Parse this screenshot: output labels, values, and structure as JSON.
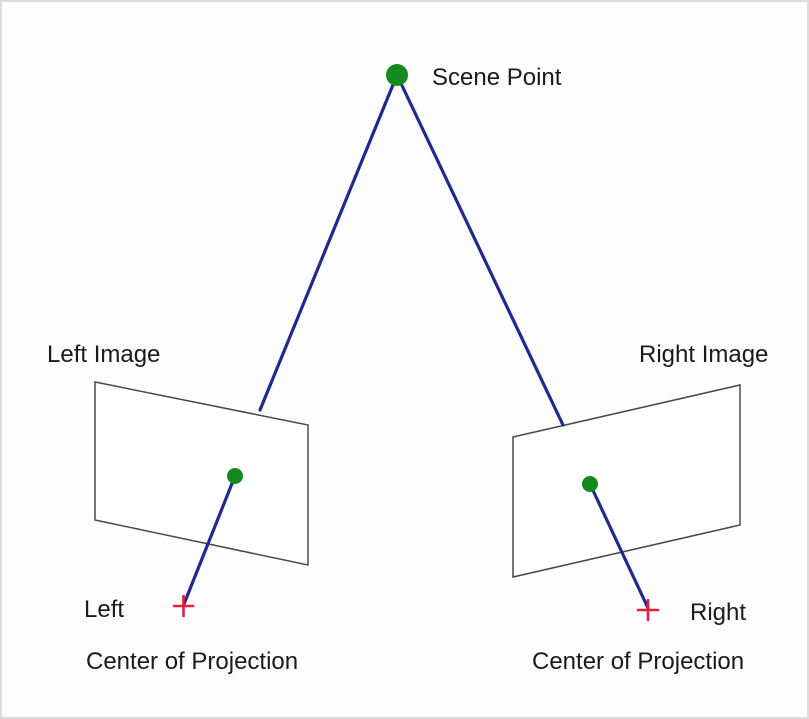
{
  "labels": {
    "scene_point": "Scene Point",
    "left_image": "Left Image",
    "right_image": "Right Image",
    "left_cop_line1": "Left",
    "right_cop_line1": "Right",
    "cop_line2": "Center of Projection"
  },
  "colors": {
    "ray": "#1f2a8f",
    "scene_point": "#138a1e",
    "image_point": "#138a1e",
    "center_of_projection": "#e0203a",
    "image_plane_border": "#4a4a4a"
  },
  "icons": {
    "scene_point": "filled-circle",
    "image_point": "filled-circle",
    "center_of_projection": "plus-marker"
  }
}
